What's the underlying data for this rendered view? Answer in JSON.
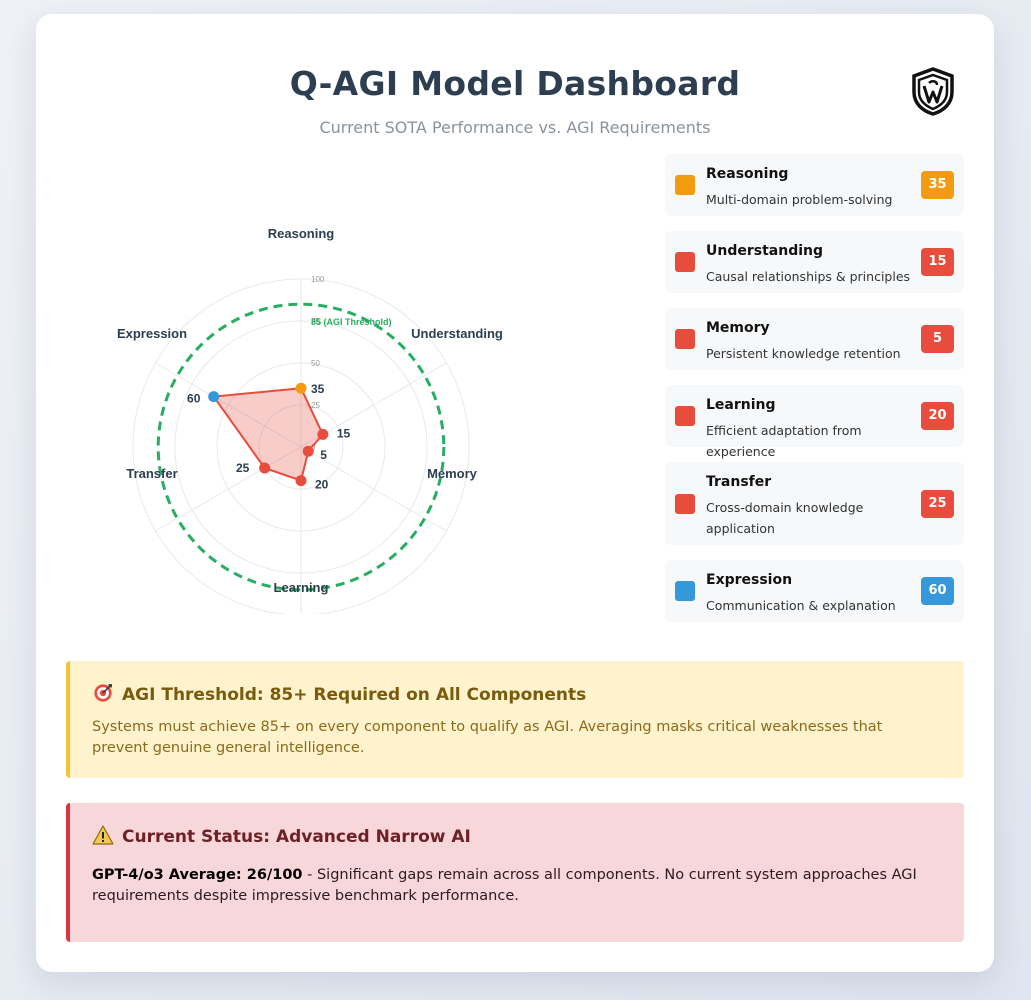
{
  "header": {
    "title": "Q-AGI Model Dashboard",
    "subtitle": "Current SOTA Performance vs. AGI Requirements",
    "logo_icon": "shield-logo-icon"
  },
  "colors": {
    "accent_orange": "#f39c12",
    "accent_red": "#e74c3c",
    "accent_blue": "#3498db",
    "threshold_green": "#27ae60"
  },
  "chart_data": {
    "type": "radar",
    "axes": [
      "Reasoning",
      "Understanding",
      "Memory",
      "Learning",
      "Transfer",
      "Expression"
    ],
    "series": [
      {
        "values": [
          35,
          15,
          5,
          20,
          25,
          60
        ]
      }
    ],
    "point_colors": [
      "#f39c12",
      "#e74c3c",
      "#e74c3c",
      "#e74c3c",
      "#e74c3c",
      "#3498db"
    ],
    "range": [
      0,
      100
    ],
    "ticks": [
      0,
      25,
      50,
      75,
      100
    ],
    "threshold": {
      "value": 85,
      "label": "85 (AGI Threshold)"
    },
    "grid": true
  },
  "legend": [
    {
      "name": "Reasoning",
      "desc": "Multi-domain problem-solving",
      "score": "35",
      "color": "#f39c12"
    },
    {
      "name": "Understanding",
      "desc": "Causal relationships & principles",
      "score": "15",
      "color": "#e74c3c"
    },
    {
      "name": "Memory",
      "desc": "Persistent knowledge retention",
      "score": "5",
      "color": "#e74c3c"
    },
    {
      "name": "Learning",
      "desc": "Efficient adaptation from experience",
      "score": "20",
      "color": "#e74c3c"
    },
    {
      "name": "Transfer",
      "desc": "Cross-domain knowledge application",
      "score": "25",
      "color": "#e74c3c"
    },
    {
      "name": "Expression",
      "desc": "Communication & explanation",
      "score": "60",
      "color": "#3498db"
    }
  ],
  "threshold_alert": {
    "icon": "target-icon",
    "title": "AGI Threshold: 85+ Required on All Components",
    "text": "Systems must achieve 85+ on every component to qualify as AGI. Averaging masks critical weaknesses that prevent genuine general intelligence."
  },
  "status_alert": {
    "icon": "warning-icon",
    "title": "Current Status: Advanced Narrow AI",
    "text_bold": "GPT-4/o3 Average: 26/100",
    "text": " - Significant gaps remain across all components. No current system approaches AGI requirements despite impressive benchmark performance."
  }
}
